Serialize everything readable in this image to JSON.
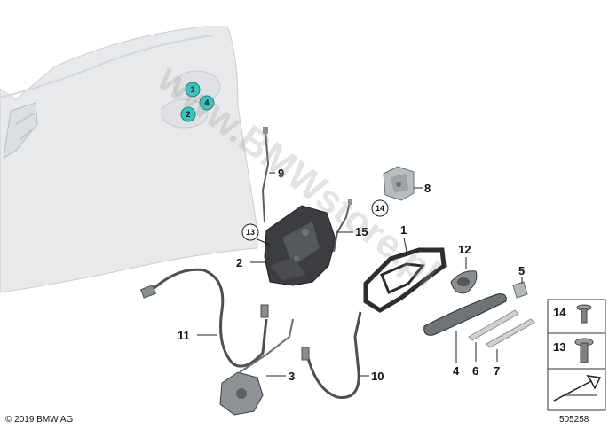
{
  "watermark": "www.BMWstore.pl",
  "copyright": "© 2019 BMW AG",
  "diagram_id": "505258",
  "door_callouts": [
    "1",
    "4",
    "2"
  ],
  "part_labels": {
    "p1": "1",
    "p2": "2",
    "p3": "3",
    "p4": "4",
    "p5": "5",
    "p6": "6",
    "p7": "7",
    "p8": "8",
    "p9": "9",
    "p10": "10",
    "p11": "11",
    "p12": "12",
    "p13": "13",
    "p14": "14",
    "p15": "15"
  },
  "legend": {
    "item_14": "14",
    "item_13": "13"
  },
  "colors": {
    "door": "#e6e8ea",
    "callout_fill": "#34c7c0",
    "part_dark": "#3a3c40",
    "part_mid": "#7d8085",
    "outline": "#222222"
  }
}
